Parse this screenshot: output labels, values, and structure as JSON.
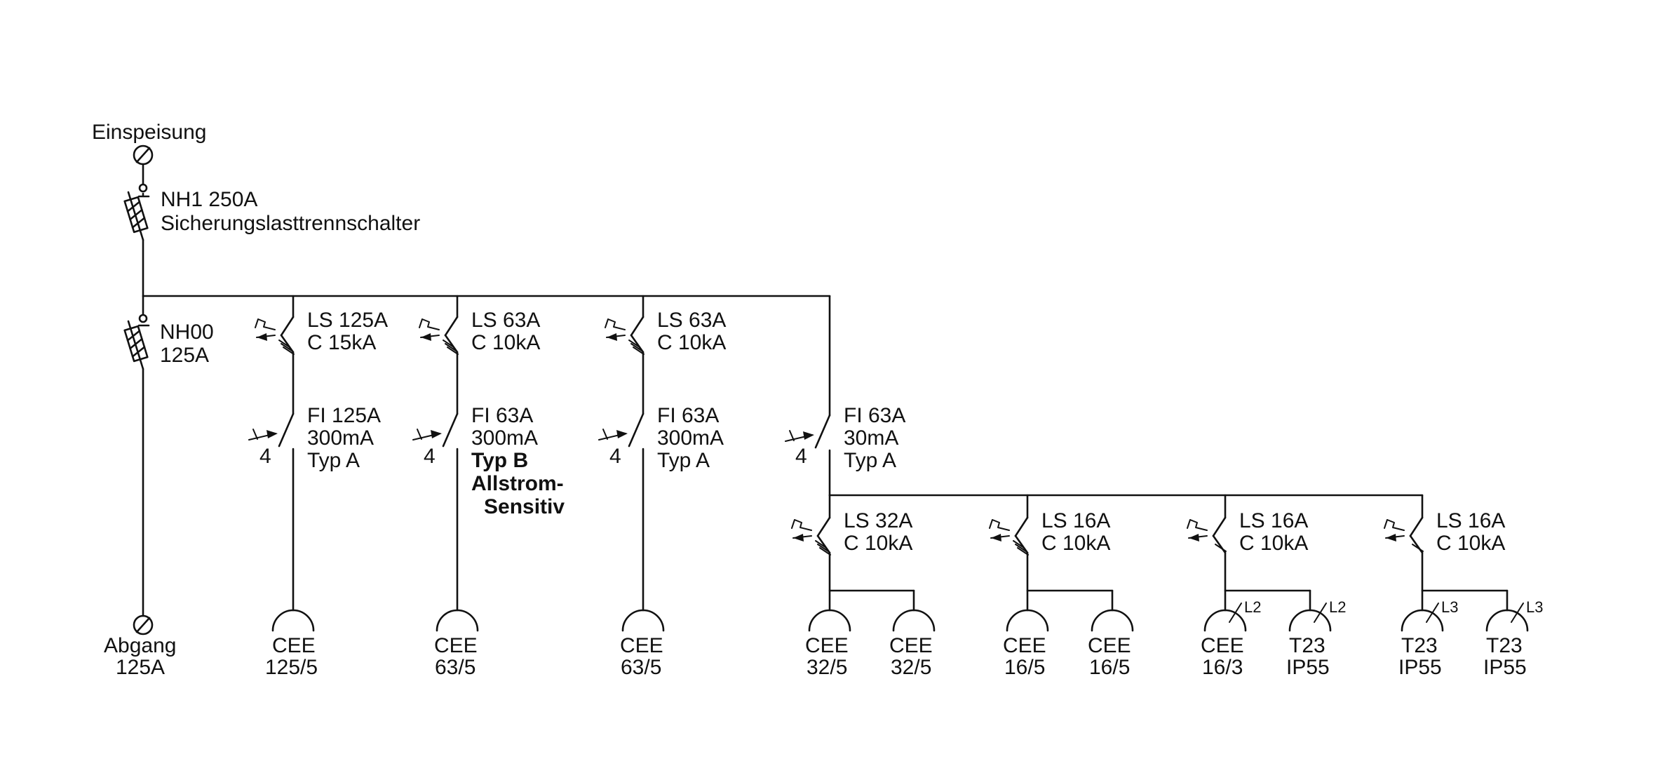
{
  "feed": {
    "label": "Einspeisung"
  },
  "main_switch": {
    "line1": "NH1 250A",
    "line2": "Sicherungslasttrennschalter"
  },
  "sub_fuse": {
    "line1": "NH00",
    "line2": "125A"
  },
  "outlet_main": {
    "line1": "Abgang",
    "line2": "125A"
  },
  "branch1": {
    "ls": [
      "LS 125A",
      "C 15kA"
    ],
    "fi": [
      "FI 125A",
      "300mA",
      "Typ A"
    ],
    "fi_poles": "4",
    "socket": [
      "CEE",
      "125/5"
    ]
  },
  "branch2": {
    "ls": [
      "LS 63A",
      "C 10kA"
    ],
    "fi": [
      "FI 63A",
      "300mA",
      "Typ B",
      "Allstrom-",
      "Sensitiv"
    ],
    "fi_poles": "4",
    "socket": [
      "CEE",
      "63/5"
    ]
  },
  "branch3": {
    "ls": [
      "LS 63A",
      "C 10kA"
    ],
    "fi": [
      "FI 63A",
      "300mA",
      "Typ A"
    ],
    "fi_poles": "4",
    "socket": [
      "CEE",
      "63/5"
    ]
  },
  "branch4": {
    "fi": [
      "FI 63A",
      "30mA",
      "Typ A"
    ],
    "fi_poles": "4"
  },
  "sub1": {
    "ls": [
      "LS 32A",
      "C 10kA"
    ],
    "socket_a": [
      "CEE",
      "32/5"
    ],
    "socket_b": [
      "CEE",
      "32/5"
    ]
  },
  "sub2": {
    "ls": [
      "LS 16A",
      "C 10kA"
    ],
    "socket_a": [
      "CEE",
      "16/5"
    ],
    "socket_b": [
      "CEE",
      "16/5"
    ]
  },
  "sub3": {
    "ls": [
      "LS 16A",
      "C 10kA"
    ],
    "socket_a": [
      "CEE",
      "16/3"
    ],
    "socket_b": [
      "T23",
      "IP55"
    ],
    "phase_a": "L2",
    "phase_b": "L2"
  },
  "sub4": {
    "ls": [
      "LS 16A",
      "C 10kA"
    ],
    "socket_a": [
      "T23",
      "IP55"
    ],
    "socket_b": [
      "T23",
      "IP55"
    ],
    "phase_a": "L3",
    "phase_b": "L3"
  }
}
